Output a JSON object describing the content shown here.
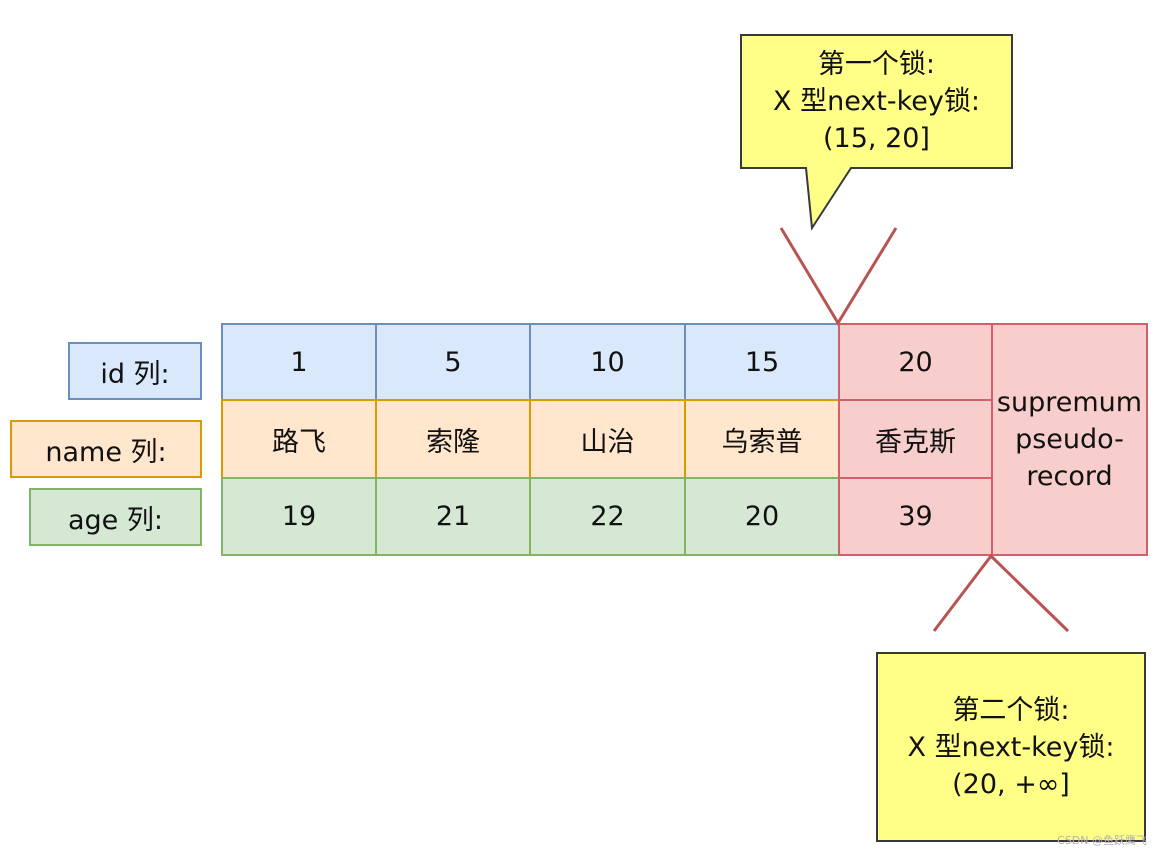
{
  "row_labels": {
    "id": "id 列:",
    "name": "name 列:",
    "age": "age 列:"
  },
  "records": [
    {
      "id": "1",
      "name": "路飞",
      "age": "19"
    },
    {
      "id": "5",
      "name": "索隆",
      "age": "21"
    },
    {
      "id": "10",
      "name": "山治",
      "age": "22"
    },
    {
      "id": "15",
      "name": "乌索普",
      "age": "20"
    },
    {
      "id": "20",
      "name": "香克斯",
      "age": "39"
    }
  ],
  "supremum": {
    "line1": "supremum",
    "line2": "pseudo-",
    "line3": "record"
  },
  "callouts": [
    {
      "line1": "第一个锁:",
      "line2": "X 型next-key锁:",
      "line3": "(15, 20]"
    },
    {
      "line1": "第二个锁:",
      "line2": "X 型next-key锁:",
      "line3": "(20, +∞]"
    }
  ],
  "watermark": "CSDN @鱼跃鹰飞",
  "colors": {
    "id_row": "#dae8fc",
    "name_row": "#ffe6cc",
    "age_row": "#d5e8d4",
    "locked_record": "#f8cecc",
    "callout": "#ffff88",
    "pointer_line": "#b85450"
  }
}
